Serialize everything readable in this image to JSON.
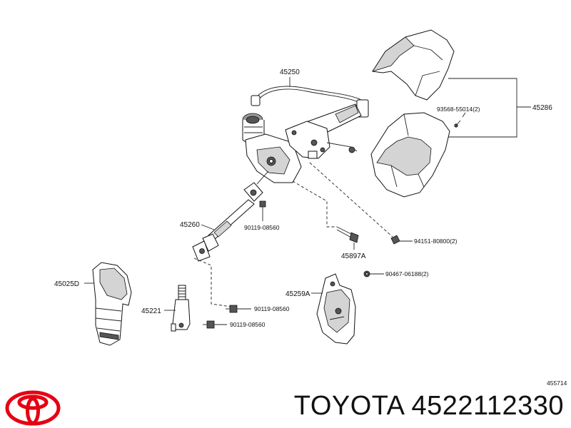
{
  "diagram": {
    "labels": {
      "p45250": "45250",
      "p45286": "45286",
      "p93568": "93568-55014(2)",
      "p45260": "45260",
      "p90119a": "90119-08560",
      "p94151": "94151-80800(2)",
      "p45897": "45897A",
      "p45025": "45025D",
      "p90467": "90467-06188(2)",
      "p45259": "45259A",
      "p45221": "45221",
      "p90119b": "90119-08560",
      "p90119c": "90119-08560",
      "ref": "455714"
    }
  },
  "footer": {
    "title": "TOYOTA 4522112330",
    "logo_icon": "toyota-logo-icon",
    "logo_color": "#e60012"
  }
}
